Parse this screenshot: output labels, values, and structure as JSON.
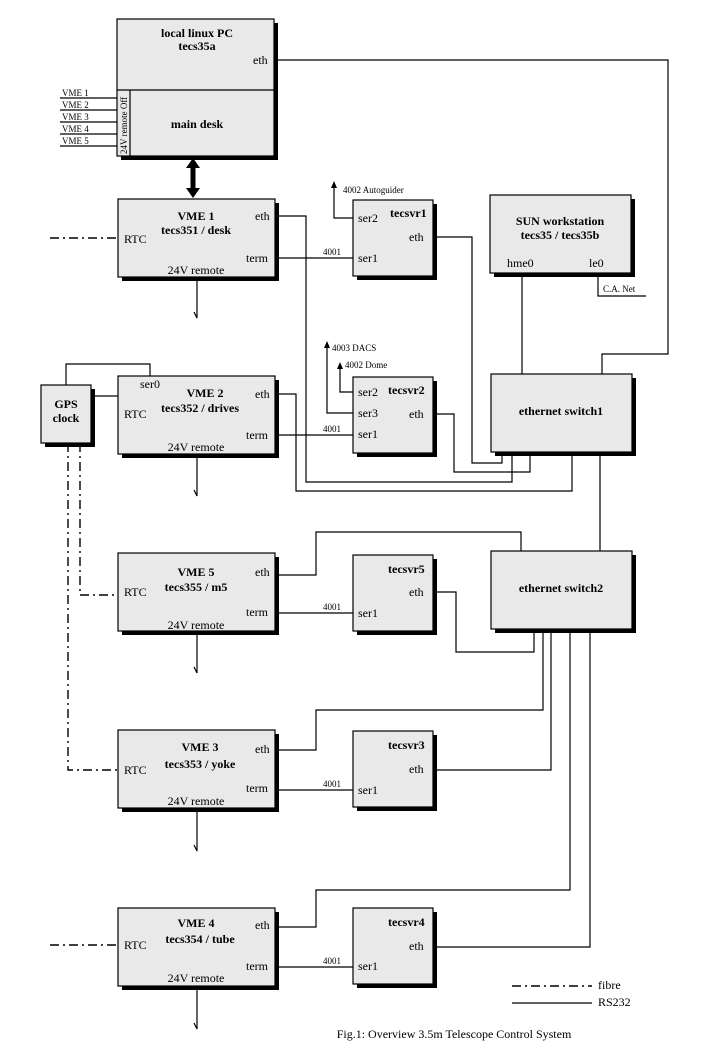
{
  "pc": {
    "title1": "local linux PC",
    "title2": "tecs35a",
    "eth": "eth",
    "main": "main desk",
    "vertical": "24V remote Off",
    "vme_inputs": [
      "VME 1",
      "VME 2",
      "VME 3",
      "VME 4",
      "VME 5"
    ]
  },
  "vme": [
    {
      "title": "VME 1",
      "sub": "tecs351 / desk",
      "rtc": "RTC",
      "eth": "eth",
      "term": "term",
      "remote": "24V remote"
    },
    {
      "title": "VME 2",
      "sub": "tecs352 / drives",
      "rtc": "RTC",
      "eth": "eth",
      "term": "term",
      "remote": "24V remote",
      "ser0": "ser0"
    },
    {
      "title": "VME 5",
      "sub": "tecs355 / m5",
      "rtc": "RTC",
      "eth": "eth",
      "term": "term",
      "remote": "24V remote"
    },
    {
      "title": "VME 3",
      "sub": "tecs353 / yoke",
      "rtc": "RTC",
      "eth": "eth",
      "term": "term",
      "remote": "24V remote"
    },
    {
      "title": "VME 4",
      "sub": "tecs354 / tube",
      "rtc": "RTC",
      "eth": "eth",
      "term": "term",
      "remote": "24V remote"
    }
  ],
  "tecsvr": [
    {
      "title": "tecsvr1",
      "eth": "eth",
      "ser1": "ser1",
      "ser2": "ser2"
    },
    {
      "title": "tecsvr2",
      "eth": "eth",
      "ser1": "ser1",
      "ser2": "ser2",
      "ser3": "ser3"
    },
    {
      "title": "tecsvr5",
      "eth": "eth",
      "ser1": "ser1"
    },
    {
      "title": "tecsvr3",
      "eth": "eth",
      "ser1": "ser1"
    },
    {
      "title": "tecsvr4",
      "eth": "eth",
      "ser1": "ser1"
    }
  ],
  "ports": {
    "p4001": "4001",
    "p4002_ag": "4002 Autoguider",
    "p4003": "4003 DACS",
    "p4002_dome": "4002 Dome"
  },
  "sun": {
    "title1": "SUN workstation",
    "title2": "tecs35 / tecs35b",
    "hme0": "hme0",
    "le0": "le0",
    "canet": "C.A. Net"
  },
  "gps": {
    "line1": "GPS",
    "line2": "clock"
  },
  "switch1": "ethernet switch1",
  "switch2": "ethernet switch2",
  "legend": {
    "fibre": "fibre",
    "rs232": "RS232"
  },
  "caption": "Fig.1: Overview 3.5m Telescope Control System"
}
